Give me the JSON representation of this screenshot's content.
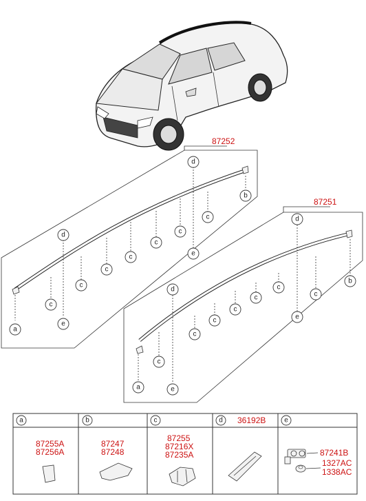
{
  "assemblies": {
    "upper": {
      "part_no": "87252"
    },
    "lower": {
      "part_no": "87251"
    }
  },
  "callouts": {
    "a": "a",
    "b": "b",
    "c": "c",
    "d": "d",
    "e": "e"
  },
  "legend": {
    "a": {
      "header": "a",
      "parts": [
        "87255A",
        "87256A"
      ]
    },
    "b": {
      "header": "b",
      "parts": [
        "87247",
        "87248"
      ]
    },
    "c": {
      "header": "c",
      "parts": [
        "87255",
        "87216X",
        "87235A"
      ]
    },
    "d": {
      "header": "d",
      "header_part": "36192B",
      "parts": []
    },
    "e": {
      "header": "e",
      "parts": [
        "87241B",
        "1327AC",
        "1338AC"
      ]
    }
  }
}
